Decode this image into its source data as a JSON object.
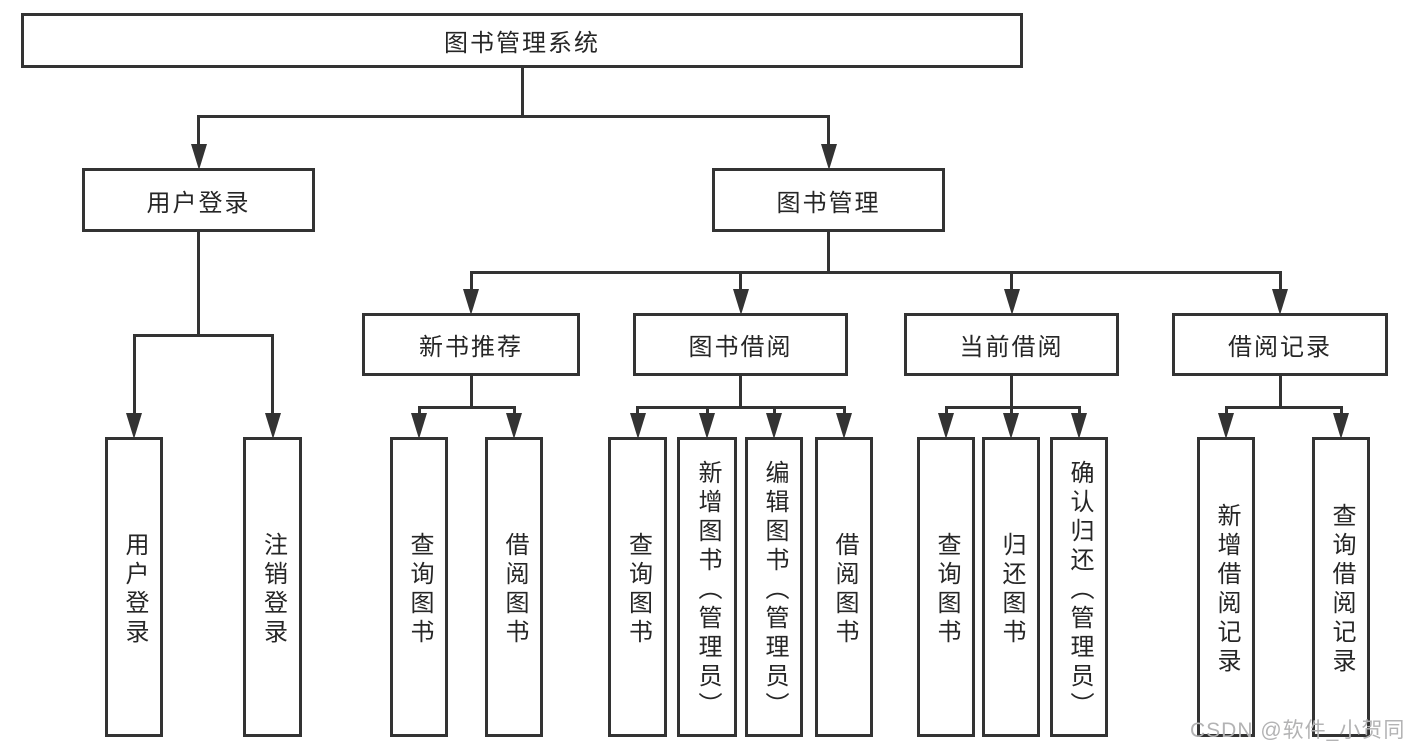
{
  "diagram": {
    "nodes": {
      "root": {
        "label": "图书管理系统"
      },
      "user-login": {
        "label": "用户登录"
      },
      "book-management": {
        "label": "图书管理"
      },
      "new-book-recommendation": {
        "label": "新书推荐"
      },
      "book-borrowing": {
        "label": "图书借阅"
      },
      "current-borrowing": {
        "label": "当前借阅"
      },
      "borrowing-records": {
        "label": "借阅记录"
      },
      "login": {
        "label": "用户登录"
      },
      "logout": {
        "label": "注销登录"
      },
      "nb-search-books": {
        "label": "查询图书"
      },
      "nb-borrow-books": {
        "label": "借阅图书"
      },
      "bb-search-books": {
        "label": "查询图书"
      },
      "bb-add-books": {
        "label": "新增图书（管理员）"
      },
      "bb-edit-books": {
        "label": "编辑图书（管理员）"
      },
      "bb-borrow-books": {
        "label": "借阅图书"
      },
      "cb-search-books": {
        "label": "查询图书"
      },
      "cb-return-books": {
        "label": "归还图书"
      },
      "cb-confirm-return": {
        "label": "确认归还（管理员）"
      },
      "br-add-record": {
        "label": "新增借阅记录"
      },
      "br-search-record": {
        "label": "查询借阅记录"
      }
    },
    "edges": [
      {
        "parent": "root",
        "children": [
          "user-login",
          "book-management"
        ]
      },
      {
        "parent": "user-login",
        "children": [
          "login",
          "logout"
        ]
      },
      {
        "parent": "book-management",
        "children": [
          "new-book-recommendation",
          "book-borrowing",
          "current-borrowing",
          "borrowing-records"
        ]
      },
      {
        "parent": "new-book-recommendation",
        "children": [
          "nb-search-books",
          "nb-borrow-books"
        ]
      },
      {
        "parent": "book-borrowing",
        "children": [
          "bb-search-books",
          "bb-add-books",
          "bb-edit-books",
          "bb-borrow-books"
        ]
      },
      {
        "parent": "current-borrowing",
        "children": [
          "cb-search-books",
          "cb-return-books",
          "cb-confirm-return"
        ]
      },
      {
        "parent": "borrowing-records",
        "children": [
          "br-add-record",
          "br-search-record"
        ]
      }
    ]
  },
  "watermark": {
    "text": "CSDN @软件_小贺同学"
  },
  "colors": {
    "line": "#333333",
    "text": "#262626",
    "watermark": "#b3b3b4",
    "background": "#ffffff"
  }
}
